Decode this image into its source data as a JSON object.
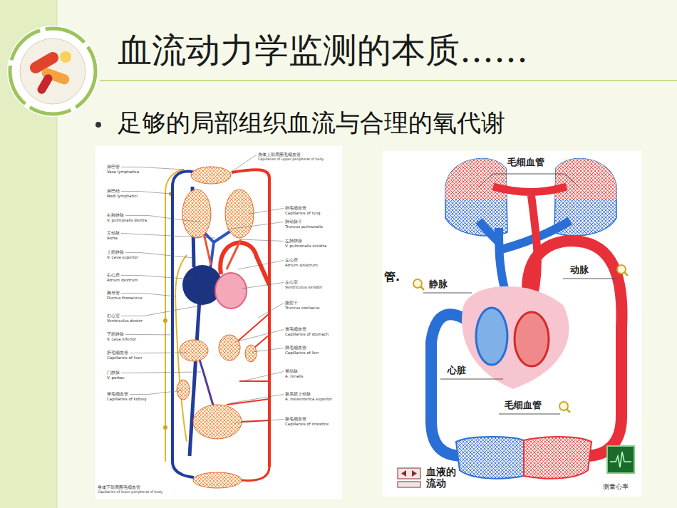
{
  "diagram": {
    "title": "血流动力学监测的本质……",
    "labels": [
      "足够的局部组织血流与合理的氧代谢",
      "淋巴管",
      "Vasa lymphatica",
      "淋巴结",
      "Nodi lymphatici",
      "右肺静脉",
      "V. pulmonalis dextra",
      "主动脉",
      "Aorta",
      "上腔静脉",
      "V. cava superior",
      "右心房",
      "Atrium dextrum",
      "胸导管",
      "Ductus thoracicus",
      "右心室",
      "Ventriculus dexter",
      "下腔静脉",
      "V. cava inferior",
      "肝毛细血管",
      "Capillaries of liver",
      "门静脉",
      "V. portae",
      "肾毛细血管",
      "Capillaries of kidney",
      "身体上部周围毛细血管",
      "Capillaries of upper peripheral of body",
      "肺毛细血管",
      "Capillaries of lung",
      "肺动脉干",
      "Truncus pulmonalis",
      "左肺静脉",
      "V. pulmonalis sinistra",
      "左心房",
      "Atrium sinistrum",
      "左心室",
      "Ventriculus sinister",
      "腹腔干",
      "Truncus coeliacus",
      "胃毛细血管",
      "Capillaries of stomach",
      "脾毛细血管",
      "Capillaries of lien",
      "肾动脉",
      "A. renalis",
      "肠系膜上动脉",
      "A. mesenterica superior",
      "肠毛细血管",
      "Capillaries of intestine",
      "身体下部周围毛细血管",
      "Capillaries of lower peripheral of body",
      "毛细血管",
      "管.",
      "动脉",
      "静脉",
      "心脏",
      "毛细血管",
      "血液的 流动",
      "测量心率"
    ]
  }
}
